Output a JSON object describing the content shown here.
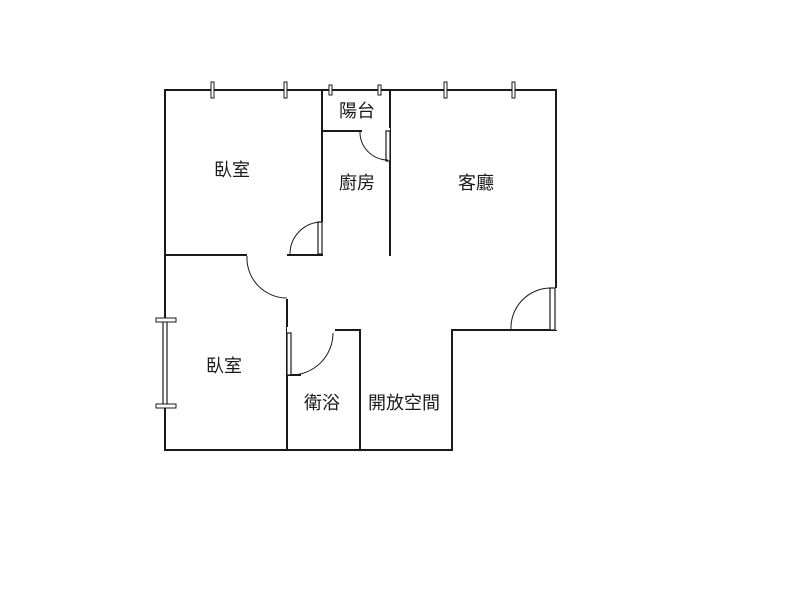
{
  "rooms": {
    "bedroom_top": "臥室",
    "balcony": "陽台",
    "kitchen": "廚房",
    "living_room": "客廳",
    "bedroom_bottom": "臥室",
    "bathroom": "衛浴",
    "open_space": "開放空間"
  },
  "colors": {
    "wall": "#1a1a1a",
    "background": "#ffffff"
  }
}
